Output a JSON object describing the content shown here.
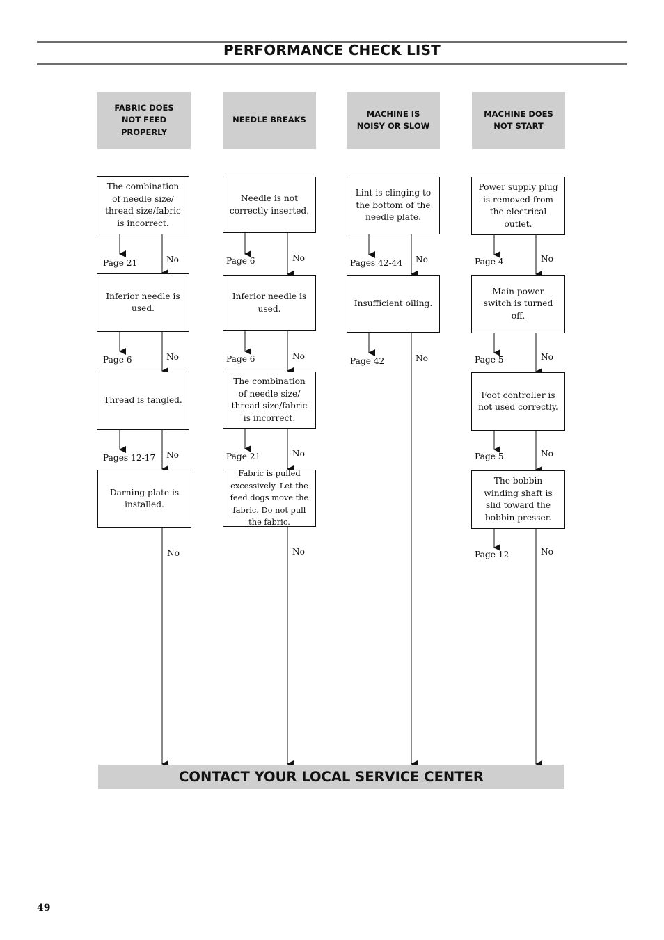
{
  "page": {
    "title": "PERFORMANCE CHECK LIST",
    "footer": "CONTACT YOUR LOCAL SERVICE CENTER",
    "page_number": "49"
  },
  "columns": [
    {
      "header": "FABRIC DOES NOT FEED PROPERLY",
      "steps": [
        {
          "text": "The combination of needle size/ thread size/fabric is incorrect.",
          "page": "Page 21",
          "no": "No"
        },
        {
          "text": "Inferior needle is used.",
          "page": "Page 6",
          "no": "No"
        },
        {
          "text": "Thread is tangled.",
          "page": "Pages 12-17",
          "no": "No"
        },
        {
          "text": "Darning plate is installed.",
          "page": "",
          "no": "No"
        }
      ]
    },
    {
      "header": "NEEDLE BREAKS",
      "steps": [
        {
          "text": "Needle is not correctly inserted.",
          "page": "Page 6",
          "no": "No"
        },
        {
          "text": "Inferior needle is used.",
          "page": "Page 6",
          "no": "No"
        },
        {
          "text": "The combination of needle size/ thread size/fabric is incorrect.",
          "page": "Page 21",
          "no": "No"
        },
        {
          "text": "Fabric is pulled excessively. Let the feed dogs move the fabric. Do not pull the fabric.",
          "page": "",
          "no": "No"
        }
      ]
    },
    {
      "header": "MACHINE IS NOISY OR SLOW",
      "steps": [
        {
          "text": "Lint is clinging to the bottom of the needle plate.",
          "page": "Pages 42-44",
          "no": "No"
        },
        {
          "text": "Insufficient oiling.",
          "page": "Page 42",
          "no": "No"
        }
      ]
    },
    {
      "header": "MACHINE DOES NOT START",
      "steps": [
        {
          "text": "Power supply plug is removed from the electrical outlet.",
          "page": "Page 4",
          "no": "No"
        },
        {
          "text": "Main power switch is turned off.",
          "page": "Page 5",
          "no": "No"
        },
        {
          "text": "Foot controller is not used correctly.",
          "page": "Page 5",
          "no": "No"
        },
        {
          "text": "The bobbin winding shaft is slid toward the bobbin presser.",
          "page": "Page 12",
          "no": "No"
        }
      ]
    }
  ]
}
